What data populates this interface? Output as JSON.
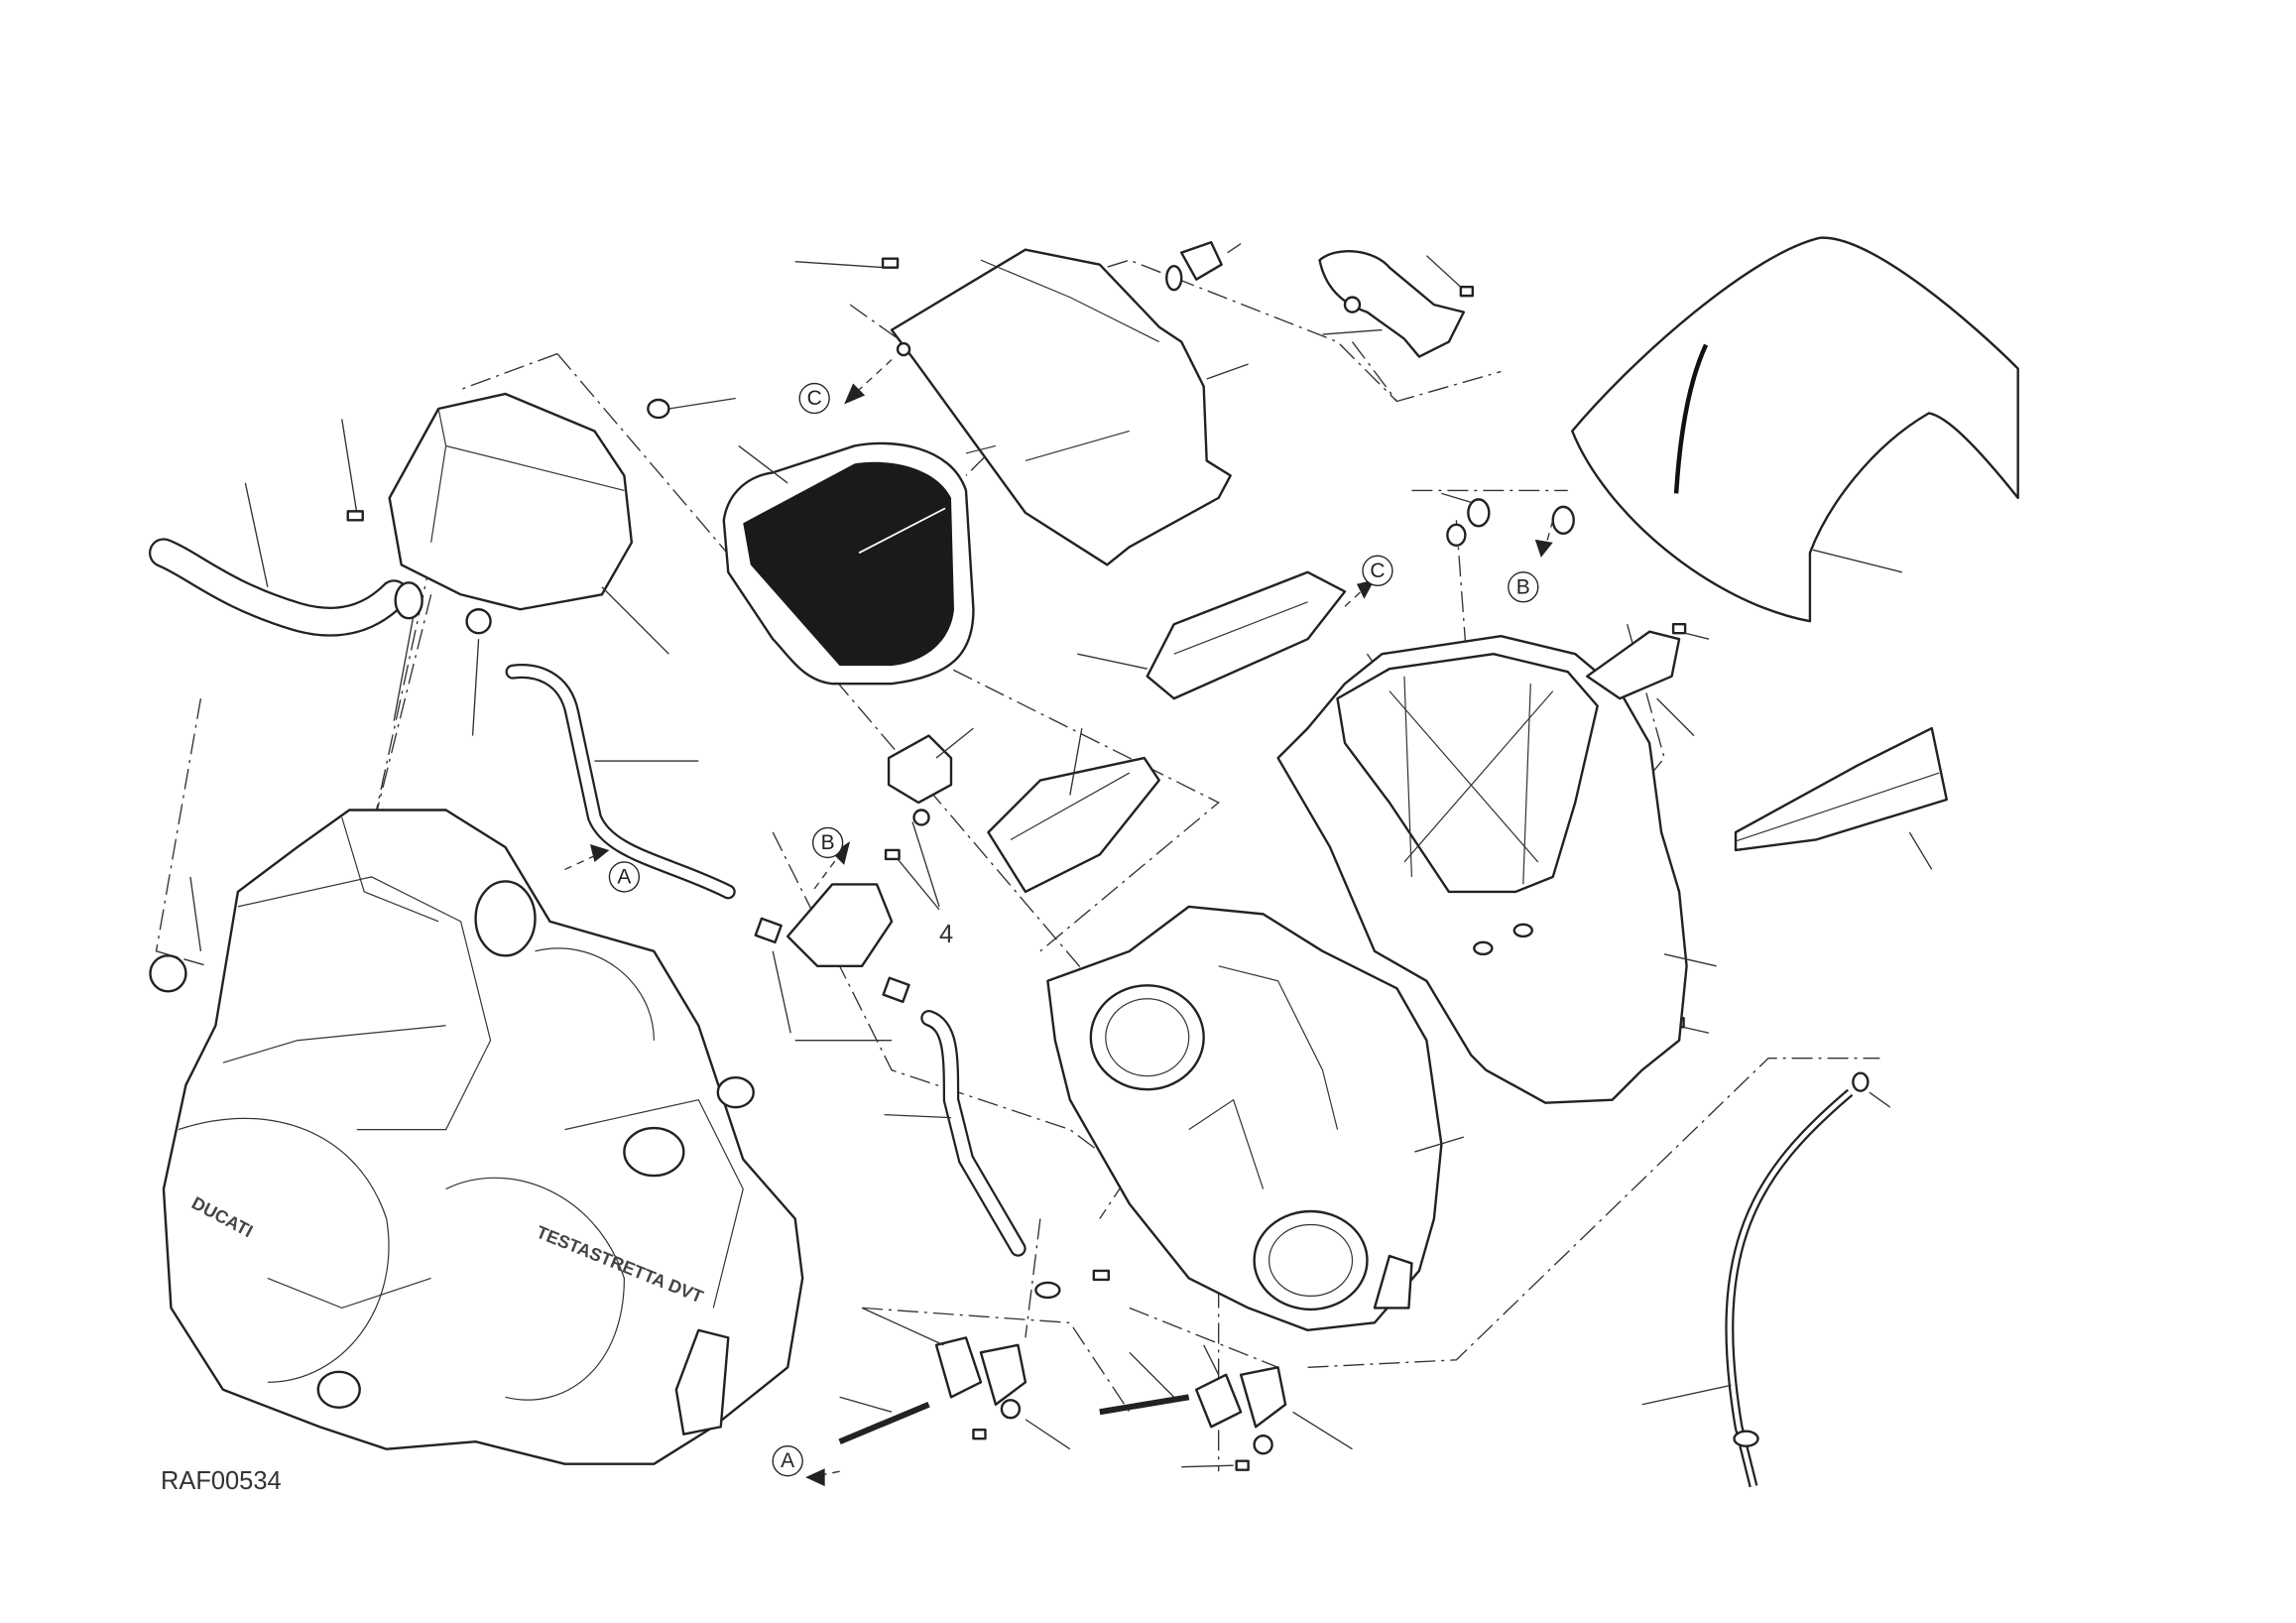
{
  "diagram": {
    "drawing_code": "RAF00534",
    "part_callouts": [
      "4"
    ],
    "reference_markers": {
      "a": "A",
      "b": "B",
      "c": "C"
    },
    "engine_markings": [
      "DUCATI",
      "TESTASTRETTA DVT"
    ],
    "colors": {
      "line": "#222222",
      "background": "#ffffff",
      "filter_element": "#1a1a1a"
    }
  }
}
